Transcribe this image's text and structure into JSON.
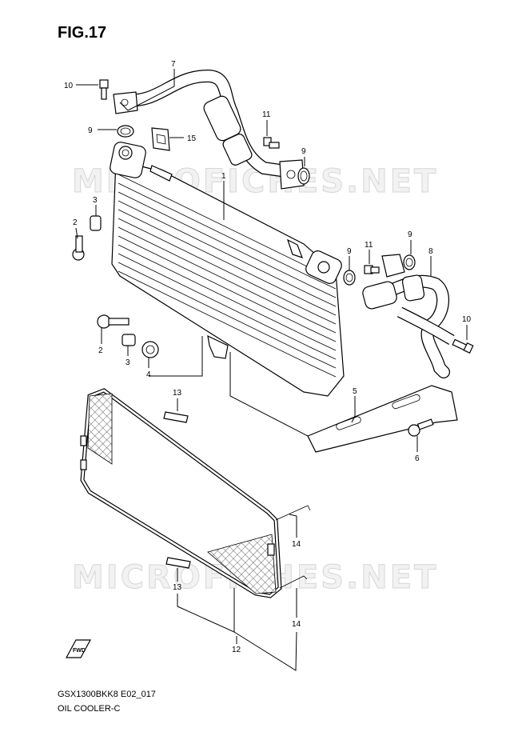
{
  "figure": {
    "title": "FIG.17"
  },
  "footer": {
    "model_code": "GSX1300BKK8 E02_017",
    "assembly_name": "OIL COOLER-C"
  },
  "watermark": {
    "text": "MICROFICHES.NET"
  },
  "direction_marker": {
    "text": "FWD"
  },
  "callouts": [
    {
      "id": "c10a",
      "number": "10"
    },
    {
      "id": "c7",
      "number": "7"
    },
    {
      "id": "c9a",
      "number": "9"
    },
    {
      "id": "c15",
      "number": "15"
    },
    {
      "id": "c11a",
      "number": "11"
    },
    {
      "id": "c9b",
      "number": "9"
    },
    {
      "id": "c1",
      "number": "1"
    },
    {
      "id": "c3a",
      "number": "3"
    },
    {
      "id": "c2a",
      "number": "2"
    },
    {
      "id": "c9c",
      "number": "9"
    },
    {
      "id": "c11b",
      "number": "11"
    },
    {
      "id": "c9d",
      "number": "9"
    },
    {
      "id": "c8",
      "number": "8"
    },
    {
      "id": "c10b",
      "number": "10"
    },
    {
      "id": "c2b",
      "number": "2"
    },
    {
      "id": "c3b",
      "number": "3"
    },
    {
      "id": "c4",
      "number": "4"
    },
    {
      "id": "c5",
      "number": "5"
    },
    {
      "id": "c6",
      "number": "6"
    },
    {
      "id": "c13a",
      "number": "13"
    },
    {
      "id": "c14a",
      "number": "14"
    },
    {
      "id": "c13b",
      "number": "13"
    },
    {
      "id": "c14b",
      "number": "14"
    },
    {
      "id": "c12",
      "number": "12"
    }
  ]
}
